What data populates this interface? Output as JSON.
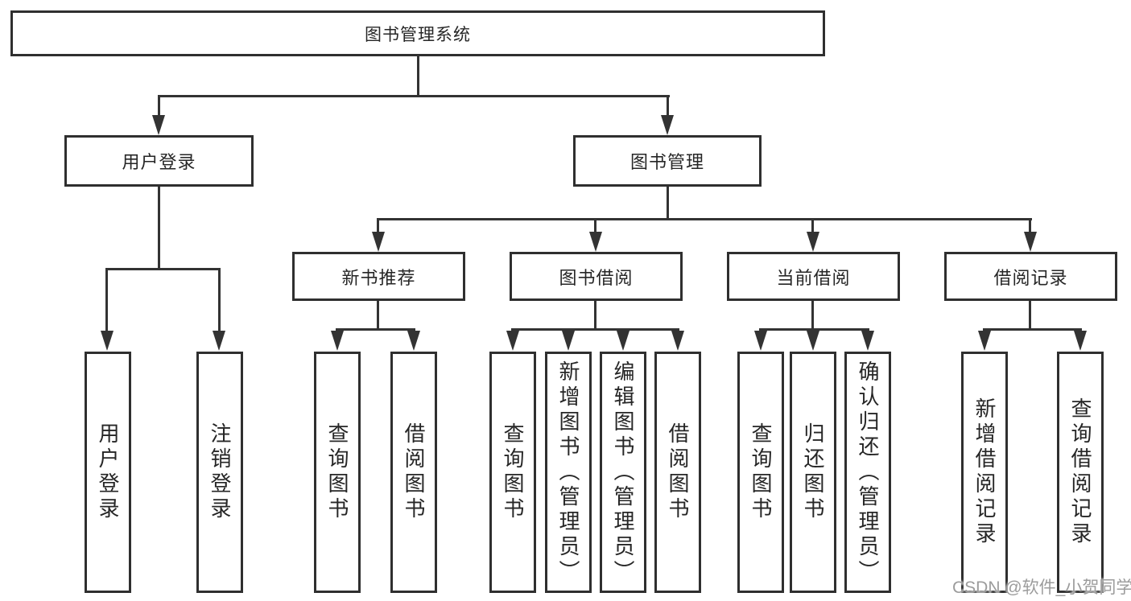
{
  "diagram": {
    "title": {
      "label": "图书管理系统"
    },
    "level2": [
      {
        "label": "用户登录"
      },
      {
        "label": "图书管理"
      }
    ],
    "level3": [
      {
        "label": "新书推荐"
      },
      {
        "label": "图书借阅"
      },
      {
        "label": "当前借阅"
      },
      {
        "label": "借阅记录"
      }
    ],
    "leaves": {
      "user_login": [
        {
          "label": "用户登录"
        },
        {
          "label": "注销登录"
        }
      ],
      "new_book_recommend": [
        {
          "label": "查询图书"
        },
        {
          "label": "借阅图书"
        }
      ],
      "book_borrow": [
        {
          "label": "查询图书"
        },
        {
          "label": "新增图书（管理员）"
        },
        {
          "label": "编辑图书（管理员）"
        },
        {
          "label": "借阅图书"
        }
      ],
      "current_borrow": [
        {
          "label": "查询图书"
        },
        {
          "label": "归还图书"
        },
        {
          "label": "确认归还（管理员）"
        }
      ],
      "borrow_records": [
        {
          "label": "新增借阅记录"
        },
        {
          "label": "查询借阅记录"
        }
      ]
    },
    "watermark": "CSDN @软件_小贺同学",
    "colors": {
      "line": "#333333",
      "box_border": "#2f2f2f",
      "text": "#262626",
      "background": "#ffffff",
      "watermark": "#9c9c9c"
    }
  }
}
